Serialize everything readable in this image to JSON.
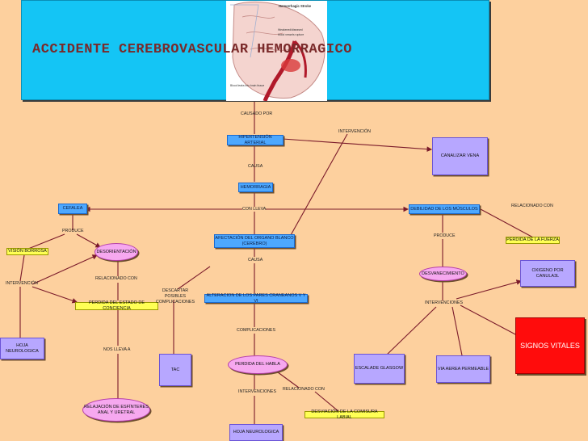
{
  "header": {
    "title": "ACCIDENTE CEREBROVASCULAR HEMORRAGICO",
    "image_caption": "Hemorrhagic Stroke",
    "image_labels": [
      "Weakened/diseased",
      "blood vessels rupture",
      "Blood leaks into brain tissue"
    ]
  },
  "nodes": {
    "hipertension": "HIPERTENSIÓN ARTERIAL",
    "canalizar_vena": "CANALIZAR VENA",
    "hemorragia": "HEMORRAGIA",
    "cefalea": "CEFALEA",
    "debilidad": "DEBILIDAD DE LOS MÚSCULOS",
    "perdida_fuerza": "PERDIDA DE LA FUERZA",
    "afectacion": "AFECTACIÓN DEL ORGANO BLANCO (CEREBRO)",
    "vision_borrosa": "VISIÓN BORROSA",
    "desorientacion": "DESORIENTACIÓN",
    "oxigeno": "OXIGENO POR CANULA3L",
    "desvanecimiento": "DESVANECIMIENTO",
    "perdida_conciencia": "PERDIDA DEL ESTADO DE CONCIENCIA",
    "alteracion": "ALTERACION DE LOS PARES CRANEANOS V Y VI",
    "hoja_neuro_1": "HOJA NEUROLOGICA",
    "signos_vitales": "SIGNOS VITALES",
    "tac": "TAC",
    "perdida_habla": "PERDIDA DEL HABLA",
    "escala_glasgow": "ESCALADE GLASGOW",
    "via_aerea": "VIA AEREA PERMEABLE",
    "relajacion": "RELAJACIÓN DE ESFÍNTERES ANAL Y URETRAL",
    "desviacion": "DESVIACIÓN DE LA COMISURA LABIAL",
    "hoja_neuro_2": "HOJA NEUROLOGICA"
  },
  "labels": {
    "causado_por": "CAUSADO POR",
    "intervencion_1": "INTERVENCIÓN",
    "causa_1": "CAUSA",
    "con_lleva": "CON LLEVA",
    "relacionado_con_1": "RELACIONADO CON",
    "produce_1": "PRODUCE",
    "produce_2": "PRODUCE",
    "causa_2": "CAUSA",
    "intervencion_2": "INTERVENCIÓN",
    "relacionado_con_2": "RELACIONADO CON",
    "descartar": "DESCARTAR POSIBLES COMPLICACIONES",
    "intervenciones_1": "INTERVENCIONES",
    "complicaciones": "COMPLICACIONES",
    "nos_lleva_a": "NOS LLEVA A",
    "intervenciones_2": "INTERVENCIONES",
    "relacionado_con_3": "RELACIONADO CON"
  },
  "colors": {
    "background": "#fdd09e",
    "header": "#14c5f5",
    "concept_blue": "#4da8ff",
    "concept_purple": "#b7a7ff",
    "concept_pink": "#f6a8ef",
    "concept_yellow": "#ffff55",
    "concept_red": "#ff0c0c",
    "title_text": "#7a2a2a"
  }
}
